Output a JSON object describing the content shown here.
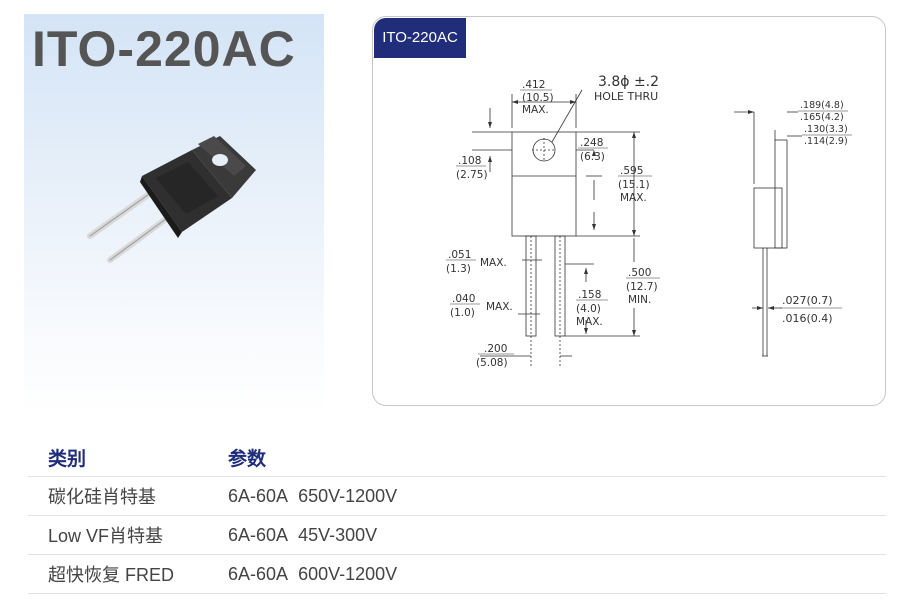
{
  "product": {
    "title": "ITO-220AC",
    "package_label": "ITO-220AC"
  },
  "drawing": {
    "hole": "3.8ϕ ±.2",
    "hole_thru": "HOLE THRU",
    "width_in": ".412",
    "width_mm": "(10.5)",
    "width_max": "MAX.",
    "hole_pos_in": ".248",
    "hole_pos_mm": "(6.3)",
    "tab_in": ".108",
    "tab_mm": "(2.75)",
    "body_h_in": ".595",
    "body_h_mm": "(15.1)",
    "body_h_max": "MAX.",
    "lead_w_in": ".051",
    "lead_w_mm": "(1.3)",
    "lead_w_max": "MAX.",
    "lead_len_in": ".500",
    "lead_len_mm": "(12.7)",
    "lead_len_min": "MIN.",
    "lead_t_in": ".040",
    "lead_t_mm": "(1.0)",
    "lead_t_max": "MAX.",
    "shoulder_in": ".158",
    "shoulder_mm": "(4.0)",
    "shoulder_max": "MAX.",
    "pitch_in": ".200",
    "pitch_mm": "(5.08)",
    "side_a1": ".189(4.8)",
    "side_a2": ".165(4.2)",
    "side_b1": ".130(3.3)",
    "side_b2": ".114(2.9)",
    "side_c1": ".027(0.7)",
    "side_c2": ".016(0.4)"
  },
  "table": {
    "headers": [
      "类别",
      "参数"
    ],
    "rows": [
      {
        "category": "碳化硅肖特基",
        "current": "6A-60A",
        "voltage": "650V-1200V"
      },
      {
        "category": "Low VF肖特基",
        "current": "6A-60A",
        "voltage": "45V-300V"
      },
      {
        "category": "超快恢复 FRED",
        "current": "6A-60A",
        "voltage": "600V-1200V"
      }
    ]
  }
}
